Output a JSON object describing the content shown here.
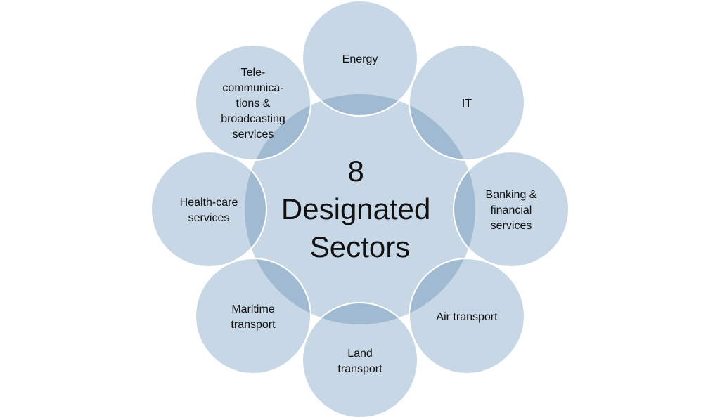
{
  "diagram": {
    "center": {
      "lines": [
        "8",
        "Designated",
        "Sectors"
      ]
    },
    "sectors": [
      {
        "lines": [
          "Energy"
        ]
      },
      {
        "lines": [
          "IT"
        ]
      },
      {
        "lines": [
          "Banking &",
          "financial",
          "services"
        ]
      },
      {
        "lines": [
          "Air transport"
        ]
      },
      {
        "lines": [
          "Land",
          "transport"
        ]
      },
      {
        "lines": [
          "Maritime",
          "transport"
        ]
      },
      {
        "lines": [
          "Health-care",
          "services"
        ]
      },
      {
        "lines": [
          "Tele-",
          "communica-",
          "tions &",
          "broadcasting",
          "services"
        ]
      }
    ],
    "colors": {
      "fill": "#c7d7e6",
      "overlap": "#9fbad1",
      "outline": "#ffffff"
    }
  }
}
